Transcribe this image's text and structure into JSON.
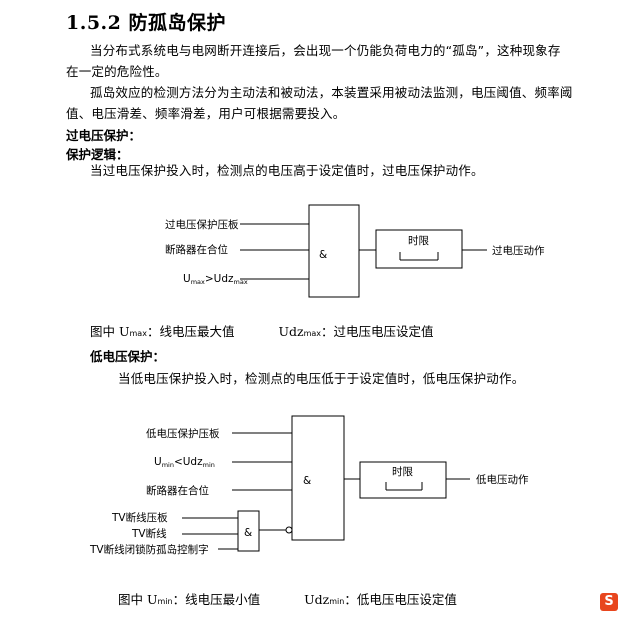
{
  "heading": "1.5.2 防孤岛保护",
  "paragraphs": {
    "p1_line1": "当分布式系统电与电网断开连接后，会出现一个仍能负荷电力的“孤岛”，这种现象存",
    "p1_line2": "在一定的危险性。",
    "p2_line1": "孤岛效应的检测方法分为主动法和被动法，本装置采用被动法监测，电压阈值、频率阈",
    "p2_line2": "值、电压滑差、频率滑差，用户可根据需要投入。"
  },
  "over_voltage": {
    "title": "过电压保护：",
    "logic_title": "保护逻辑：",
    "description": "当过电压保护投入时，检测点的电压高于设定值时，过电压保护动作。",
    "inputs": [
      "过电压保护压板",
      "断路器在合位"
    ],
    "input3_main": "U",
    "input3_sub1": "max",
    "input3_mid": ">Udz",
    "input3_sub2": "max",
    "gate": "&",
    "timer_label": "时限",
    "output": "过电压动作",
    "caption_prefix": "图中 U",
    "caption_sub1": "max",
    "caption_text1": "：线电压最大值",
    "caption_mid": "Udz",
    "caption_sub2": "max",
    "caption_text2": "：过电压电压设定值"
  },
  "under_voltage": {
    "title": "低电压保护：",
    "description": "当低电压保护投入时，检测点的电压低于于设定值时，低电压保护动作。",
    "input1": "低电压保护压板",
    "input2_main": "U",
    "input2_sub1": "min",
    "input2_mid": "<Udz",
    "input2_sub2": "min",
    "input3": "断路器在合位",
    "sub_inputs": [
      "TV断线压板",
      "TV断线",
      "TV断线闭锁防孤岛控制字"
    ],
    "gate": "&",
    "sub_gate": "&",
    "timer_label": "时限",
    "output": "低电压动作",
    "caption_prefix": "图中 U",
    "caption_sub1": "min",
    "caption_text1": "：线电压最小值",
    "caption_mid": "Udz",
    "caption_sub2": "min",
    "caption_text2": "：低电压电压设定值"
  },
  "watermark": "S"
}
